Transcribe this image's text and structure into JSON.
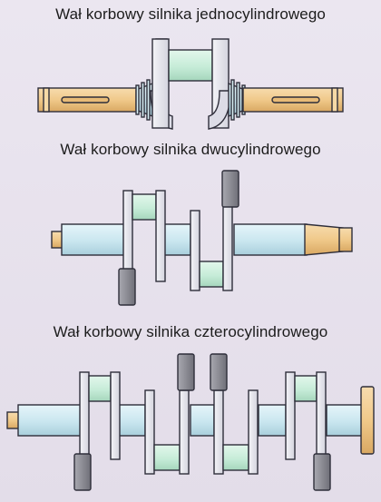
{
  "diagrams": [
    {
      "caption": "Wał korbowy silnika jednocylindrowego"
    },
    {
      "caption": "Wał korbowy silnika dwucylindrowego"
    },
    {
      "caption": "Wał korbowy silnika czterocylindrowego"
    }
  ],
  "colors": {
    "background": "#e6e0ec",
    "main_journal": "#c9e6ef",
    "crankpin": "#c6ecd8",
    "web": "#e4e4ec",
    "counterweight": "#8c8c94",
    "shaft_end": "#f0c98a",
    "outline": "#2e2e3a"
  }
}
